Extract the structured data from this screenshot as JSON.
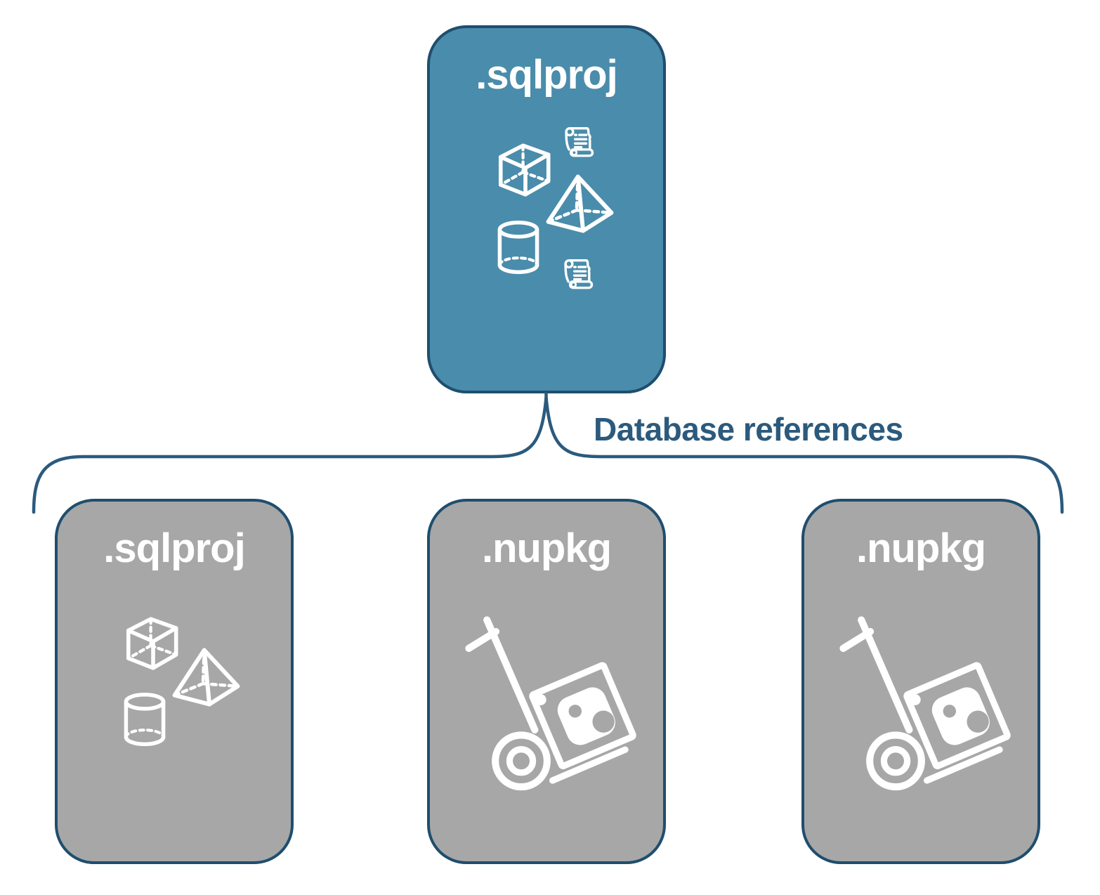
{
  "palette": {
    "root_fill": "#4a8cab",
    "child_fill": "#a7a7a7",
    "node_border": "#1f4e6e",
    "connector": "#2b5a7d",
    "label_text": "#2b5a7d",
    "icon_color": "#ffffff",
    "page_bg": "#ffffff"
  },
  "nodes": {
    "root": {
      "label": ".sqlproj",
      "icons": [
        "scroll-icon",
        "cube-icon",
        "pyramid-icon",
        "cylinder-icon",
        "scroll-icon"
      ]
    },
    "children": [
      {
        "label": ".sqlproj",
        "icons": [
          "cube-icon",
          "pyramid-icon",
          "cylinder-icon"
        ]
      },
      {
        "label": ".nupkg",
        "icons": [
          "nuget-handtruck-icon"
        ]
      },
      {
        "label": ".nupkg",
        "icons": [
          "nuget-handtruck-icon"
        ]
      }
    ]
  },
  "connector": {
    "label": "Database references"
  }
}
